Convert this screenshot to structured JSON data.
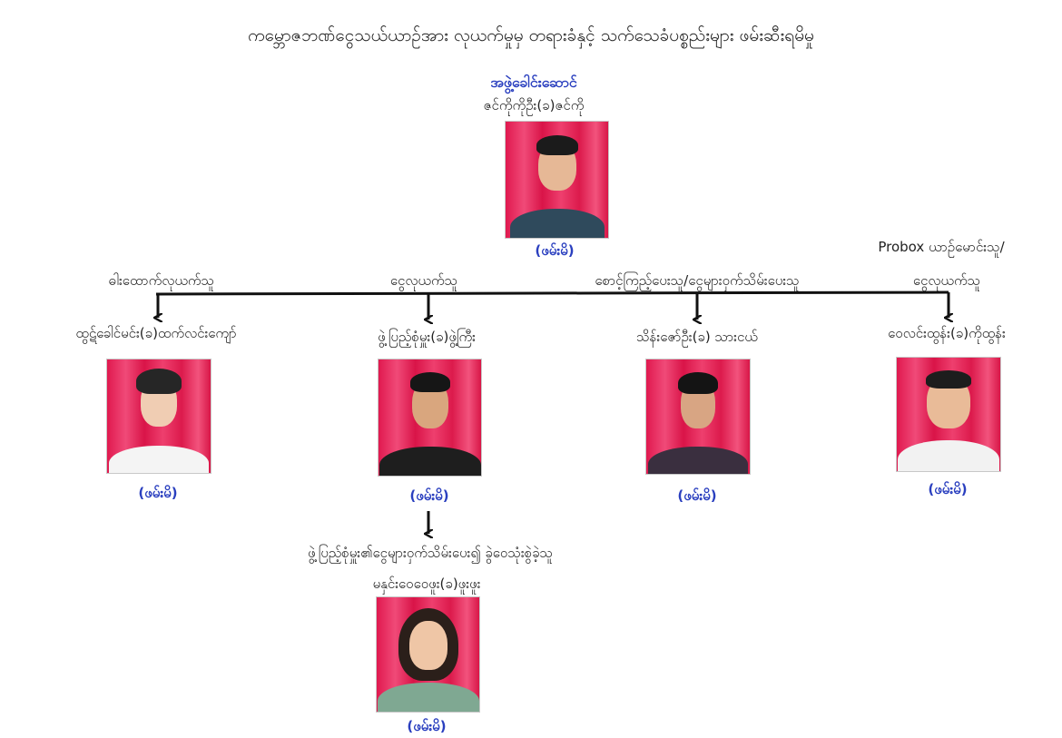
{
  "title": "ကမ္ဘောဇဘဏ်ငွေသယ်ယာဉ်အား လုယက်မှုမှ တရားခံနှင့် သက်သေခံပစ္စည်းများ ဖမ်းဆီးရမိမှု",
  "leader": {
    "role": "အဖွဲ့ခေါင်းဆောင်",
    "name": "ဇင်ကိုကိုဦး(ခ)ဇင်ကို",
    "status": "(ဖမ်းမိ)",
    "photo": "male-portrait-icon"
  },
  "members": [
    {
      "role": "ဓါးထောက်လုယက်သူ",
      "name": "ထွဋ်ခေါင်မင်း(ခ)ထက်လင်းကျော်",
      "status": "(ဖမ်းမိ)",
      "photo": "male-portrait-icon"
    },
    {
      "role": "ငွေလုယက်သူ",
      "name": "ဖွဲ့ပြည့်စုံမှူး(ခ)ဖွဲ့ကြီး",
      "status": "(ဖမ်းမိ)",
      "photo": "male-portrait-icon"
    },
    {
      "role": "စောင့်ကြည့်ပေးသူ/ငွေများဝှက်သိမ်းပေးသူ",
      "name": "သိန်းဇော်ဦး(ခ) သားငယ်",
      "status": "(ဖမ်းမိ)",
      "photo": "male-portrait-icon"
    },
    {
      "role_line1": "Probox ယာဉ်မောင်းသူ/",
      "role_line2": "ငွေလုယက်သူ",
      "name": "ဝေလင်းထွန်း(ခ)ကိုထွန်း",
      "status": "(ဖမ်းမိ)",
      "photo": "male-portrait-icon"
    }
  ],
  "sub": {
    "role": "ဖွဲ့ပြည့်စုံမှူး၏ငွေများဝှက်သိမ်းပေး၍ ခွဲဝေသုံးစွဲခဲ့သူ",
    "name": "မနှင်းဝေဝေဖူး(ခ)ဖူးဖူး",
    "status": "(ဖမ်းမိ)",
    "photo": "female-portrait-icon"
  },
  "colors": {
    "status_text": "#2a3fbf",
    "photo_background": "#e0194f",
    "connector": "#111111"
  }
}
